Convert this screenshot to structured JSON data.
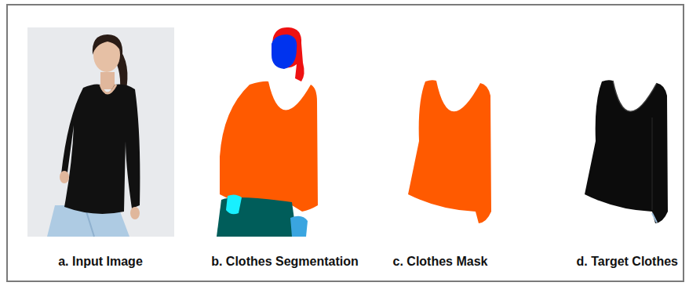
{
  "diagram": {
    "labels": [
      "a. Input Image",
      "b. Clothes Segmentation",
      "c. Clothes Mask",
      "d. Target Clothes"
    ]
  }
}
